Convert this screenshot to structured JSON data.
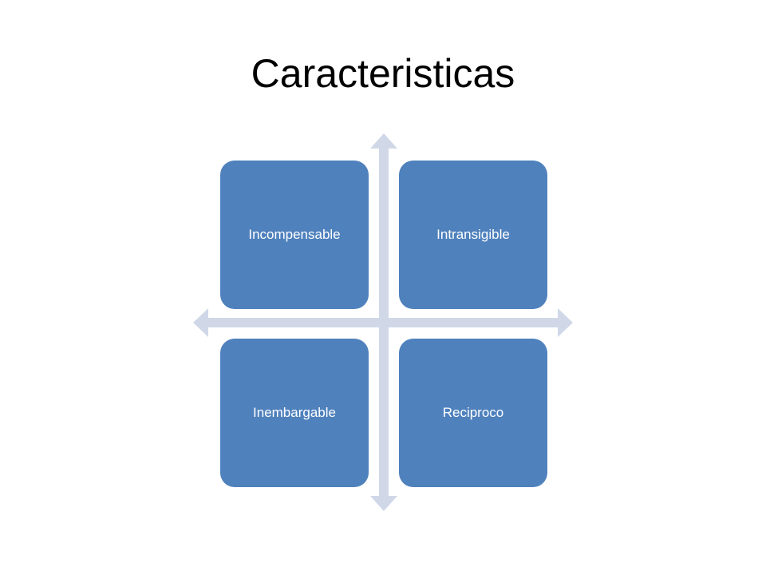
{
  "slide": {
    "title": "Caracteristicas"
  },
  "quadrants": {
    "top_left": "Incompensable",
    "top_right": "Intransigible",
    "bottom_left": "Inembargable",
    "bottom_right": "Reciproco"
  },
  "colors": {
    "box_fill": "#4f81bd",
    "box_text": "#ffffff",
    "arrow_fill": "#d0d8e8",
    "title_text": "#000000"
  }
}
